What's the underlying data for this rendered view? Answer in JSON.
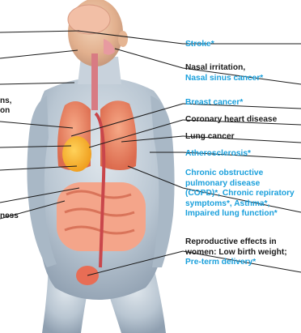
{
  "colors": {
    "secondhand_effect": "#1aa0dc",
    "established_effect": "#1a1a1a",
    "leader_line": "#1a1a1a",
    "background": "#ffffff"
  },
  "right_labels": [
    {
      "lines": [
        "Stroke*"
      ],
      "colors": [
        "blue"
      ]
    },
    {
      "lines": [
        "Nasal irritation,",
        "Nasal sinus cancer*"
      ],
      "colors": [
        "black",
        "blue"
      ]
    },
    {
      "lines": [
        "Breast cancer*"
      ],
      "colors": [
        "blue"
      ]
    },
    {
      "lines": [
        "Coronary heart disease"
      ],
      "colors": [
        "black"
      ]
    },
    {
      "lines": [
        "Lung cancer"
      ],
      "colors": [
        "black"
      ]
    },
    {
      "lines": [
        "Atherosclerosis*"
      ],
      "colors": [
        "blue"
      ]
    },
    {
      "lines": [
        "Chronic obstructive",
        "pulmonary disease",
        "(COPD)*, Chronic repiratory",
        "symptoms*, Asthma*,",
        "Impaired lung function*"
      ],
      "colors": [
        "blue",
        "blue",
        "blue",
        "blue",
        "blue"
      ]
    },
    {
      "lines": [
        "Reproductive effects in",
        "women: Low birth weight;",
        "Pre-term delivery*"
      ],
      "colors": [
        "black",
        "black",
        "blue"
      ]
    }
  ],
  "left_fragments": [
    {
      "text": "ns,"
    },
    {
      "text": "on"
    },
    {
      "text": "ness"
    }
  ],
  "icons": [
    "human-body-anatomy"
  ]
}
